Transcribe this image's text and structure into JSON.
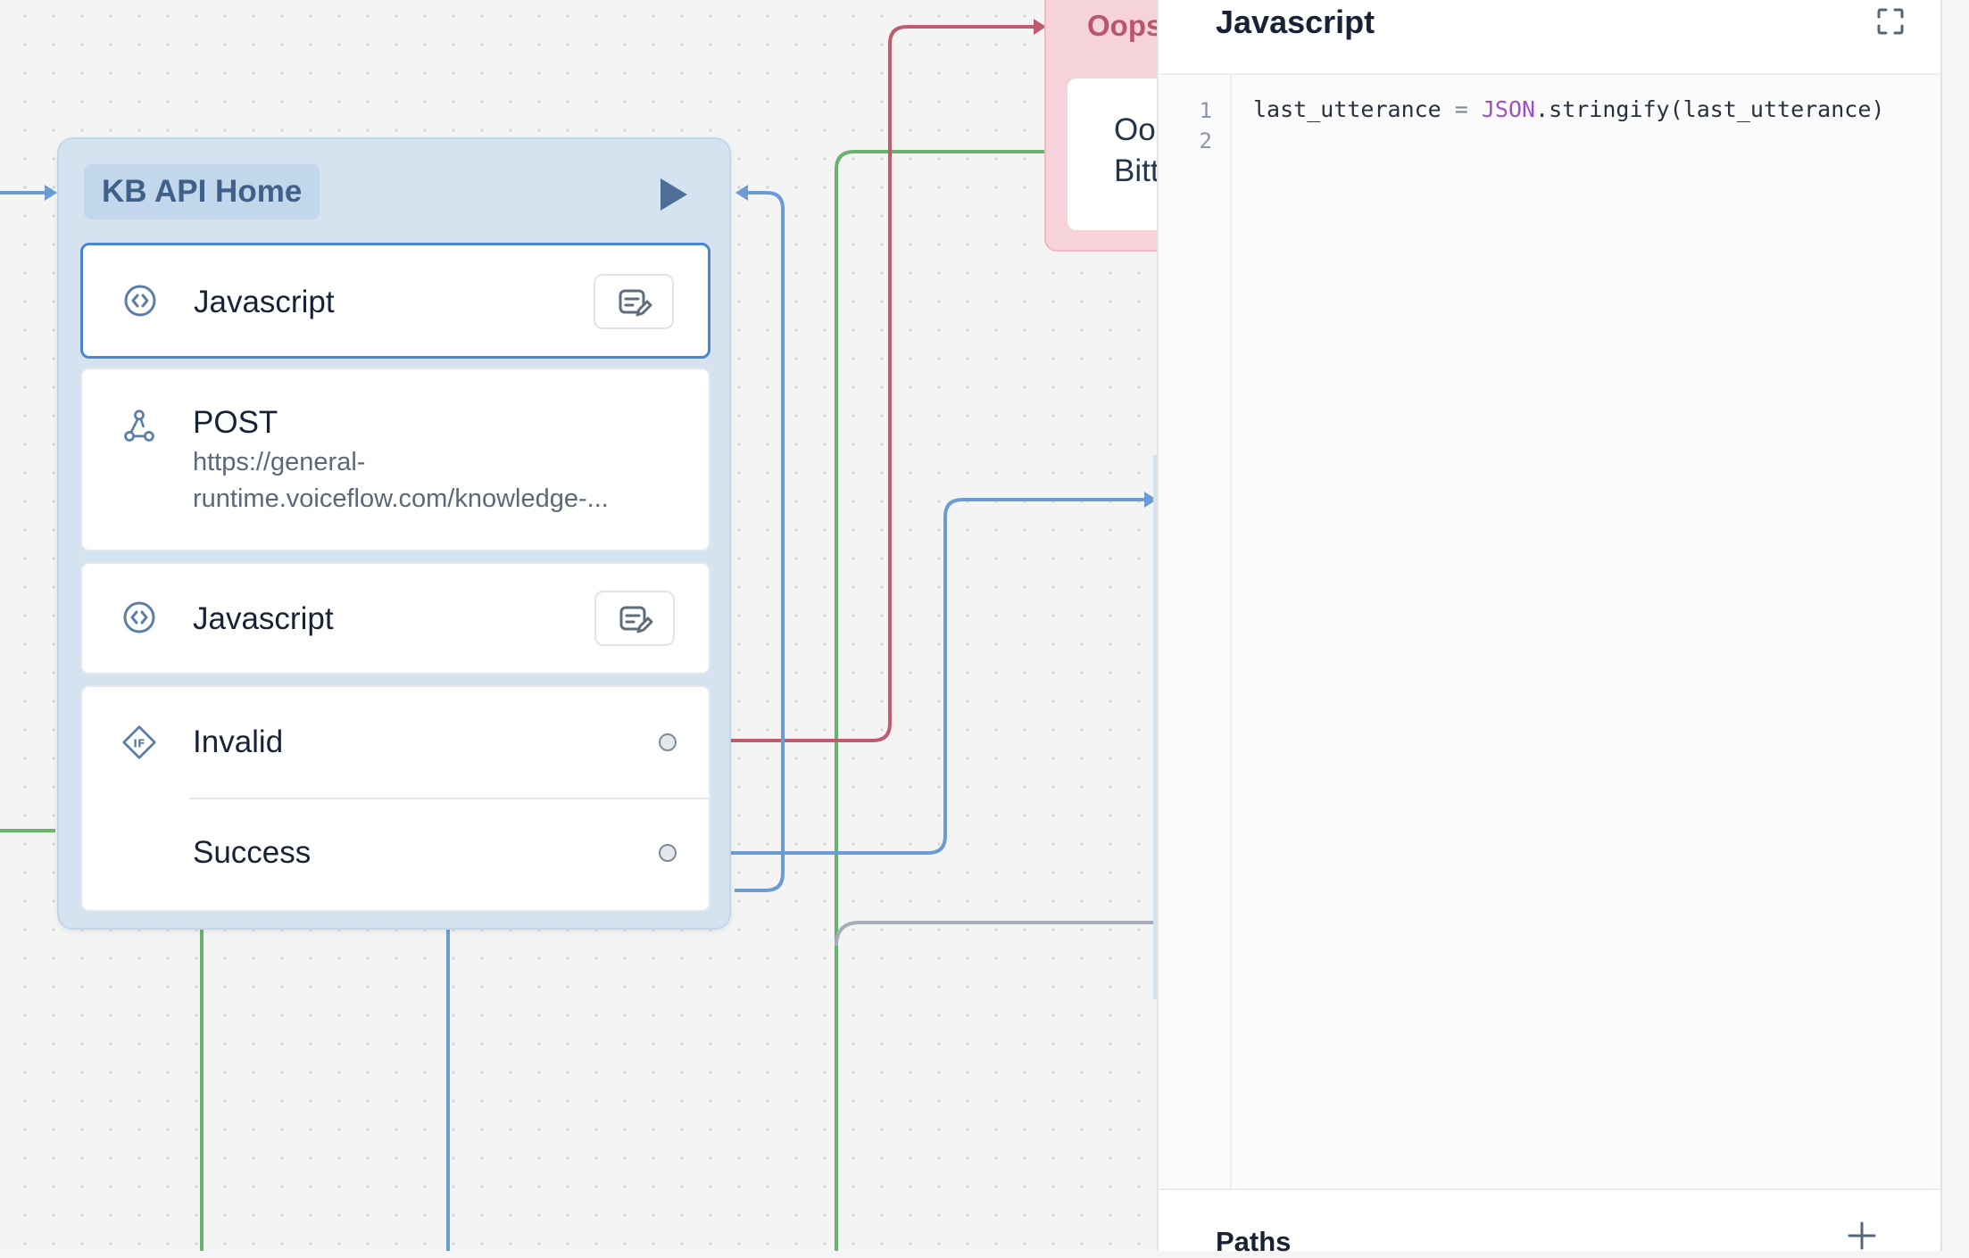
{
  "canvas": {
    "block": {
      "title": "KB API Home",
      "steps": [
        {
          "label": "Javascript",
          "icon": "code-icon"
        },
        {
          "label": "POST",
          "url_line1": "https://general-",
          "url_line2": "runtime.voiceflow.com/knowledge-...",
          "icon": "api-icon"
        },
        {
          "label": "Javascript",
          "icon": "code-icon"
        },
        {
          "label": "Invalid",
          "icon": "condition-icon"
        },
        {
          "label": "Success"
        }
      ]
    },
    "oops_block": {
      "title": "Oops",
      "line1": "Oo",
      "line2": "Bitt"
    },
    "colors": {
      "accent_blue": "#4a86cf",
      "wire_red": "#c05a6e",
      "wire_green": "#66b46c",
      "wire_blue": "#6b9bd4",
      "wire_gray": "#a7adb6"
    }
  },
  "panel": {
    "title": "Javascript",
    "code": {
      "line_numbers": [
        "1",
        "2"
      ],
      "line1": {
        "var": "last_utterance",
        "op": " = ",
        "obj": "JSON",
        "rest": ".stringify(last_utterance)"
      }
    },
    "paths_title": "Paths"
  }
}
